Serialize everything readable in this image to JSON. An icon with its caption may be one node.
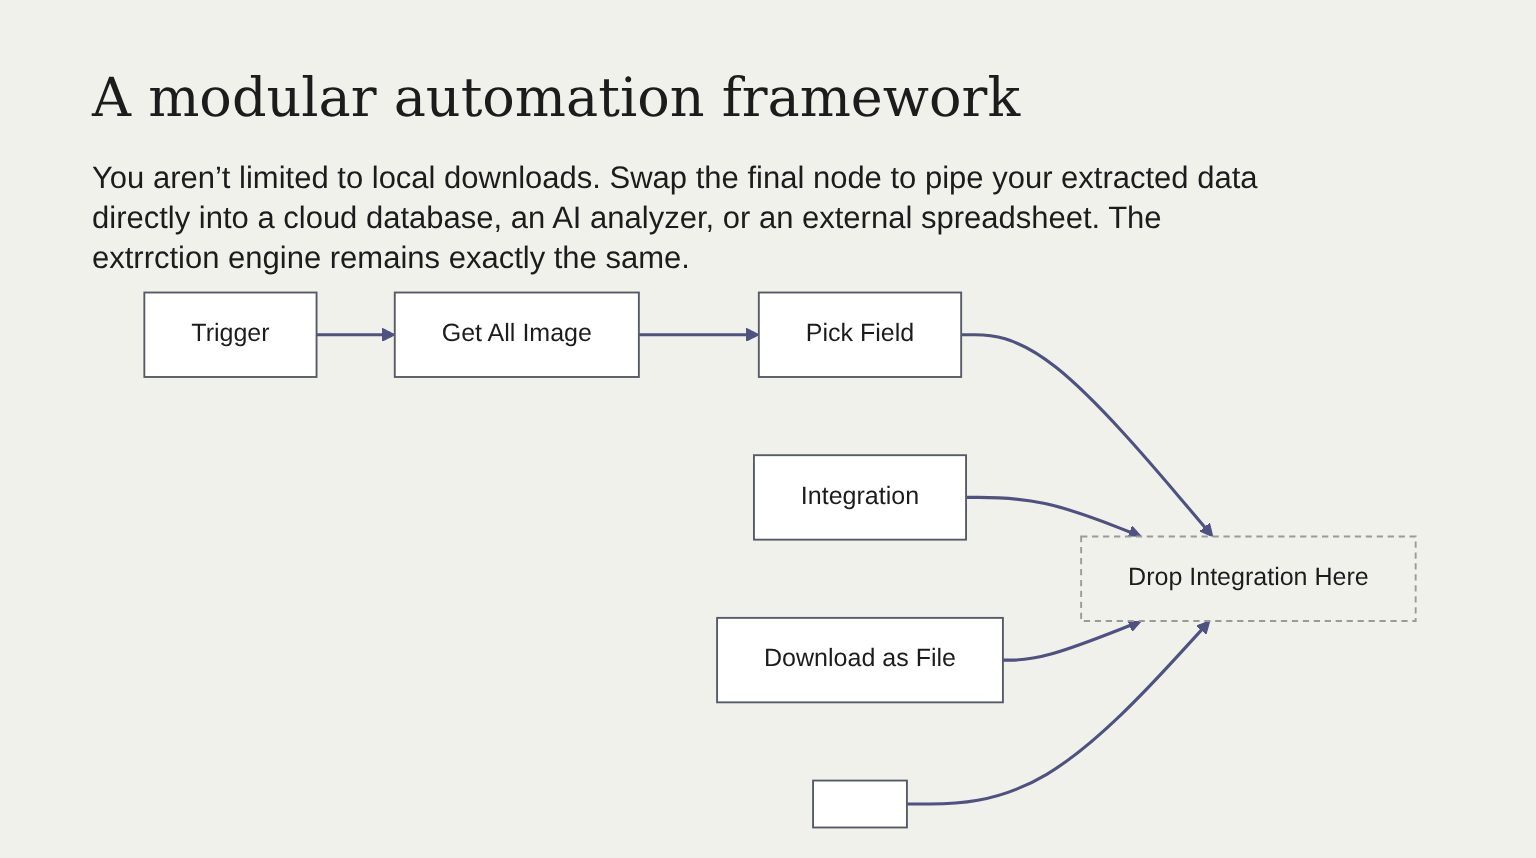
{
  "diagram": {
    "title": "A modular automation framework",
    "nodes": [
      {
        "text": [
          "Trigger"
        ]
      },
      {
        "text": [
          "Get All Image"
        ]
      },
      {
        "text": [
          "Pick Field"
        ]
      },
      {
        "text": [
          "Drop Integration Here"
        ]
      },
      {
        "text": [
          "Integration"
        ]
      },
      {
        "text": [
          "Download as File"
        ]
      },
      {
        "text": [],
        "shape": "box"
      }
    ],
    "edges": [
      {
        "from": 0,
        "to": 1,
        "arrow": "to"
      },
      {
        "from": 1,
        "to": 2,
        "arrow": "to"
      },
      {
        "from": 2,
        "to": 3,
        "arrow": "to"
      },
      {
        "from": 4,
        "to": 3,
        "arrow": "to"
      },
      {
        "from": 5,
        "to": 3,
        "arrow": "to"
      },
      {
        "from": 6,
        "to": 3,
        "arrow": "to"
      }
    ],
    "labels": [
      "You aren’t limited to local downloads. Swap the final node to pipe your extracted data directly into a cloud database, an AI analyzer, or an external spreadsheet. The extrrction engine remains exactly the same."
    ]
  }
}
